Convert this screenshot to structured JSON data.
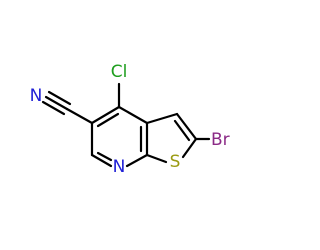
{
  "molecule": {
    "atoms": {
      "cl": "Cl",
      "br": "Br",
      "s": "S",
      "n_ring": "N",
      "n_nitrile": "N"
    },
    "colors": {
      "bond": "#000000",
      "cl": "#1e9e1e",
      "br": "#8b2a86",
      "s": "#9b9b12",
      "n": "#2020d6"
    }
  }
}
